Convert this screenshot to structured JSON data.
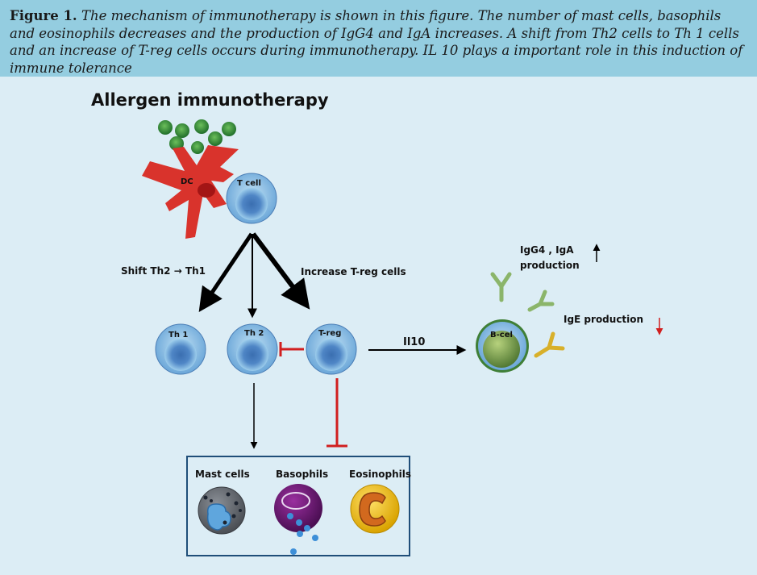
{
  "figure_caption": {
    "label": "Figure 1.",
    "text": "The mechanism of immunotherapy is shown in this figure. The number of mast cells, basophils and eosinophils decreases and the production of IgG4 and IgA increases. A shift from Th2 cells to Th 1 cells and an increase of T-reg cells occurs during immunotherapy. IL 10 plays a important role in this induction of immune tolerance"
  },
  "diagram": {
    "title": "Allergen immunotherapy",
    "dc_label": "DC",
    "tcell_label": "T cell",
    "shift_label": "Shift Th2 → Th1",
    "treg_increase_label": "Increase T-reg cells",
    "th1_label": "Th 1",
    "th2_label": "Th 2",
    "treg_label": "T-reg",
    "il10_label": "Il10",
    "bcell_label": "B-cel",
    "igg4_line1": "IgG4 , IgA",
    "igg4_line2": "production",
    "ige_label": "IgE production",
    "mast_label": "Mast cells",
    "basophils_label": "Basophils",
    "eosinophils_label": "Eosinophils"
  },
  "colors": {
    "caption_bg": "#94cde0",
    "panel_bg": "#dcedf5",
    "dc_red": "#d9332c",
    "inhibit_red": "#d11f1f",
    "cell_blue": "#5b9bd5",
    "antigen_green": "#3a8a3a"
  }
}
